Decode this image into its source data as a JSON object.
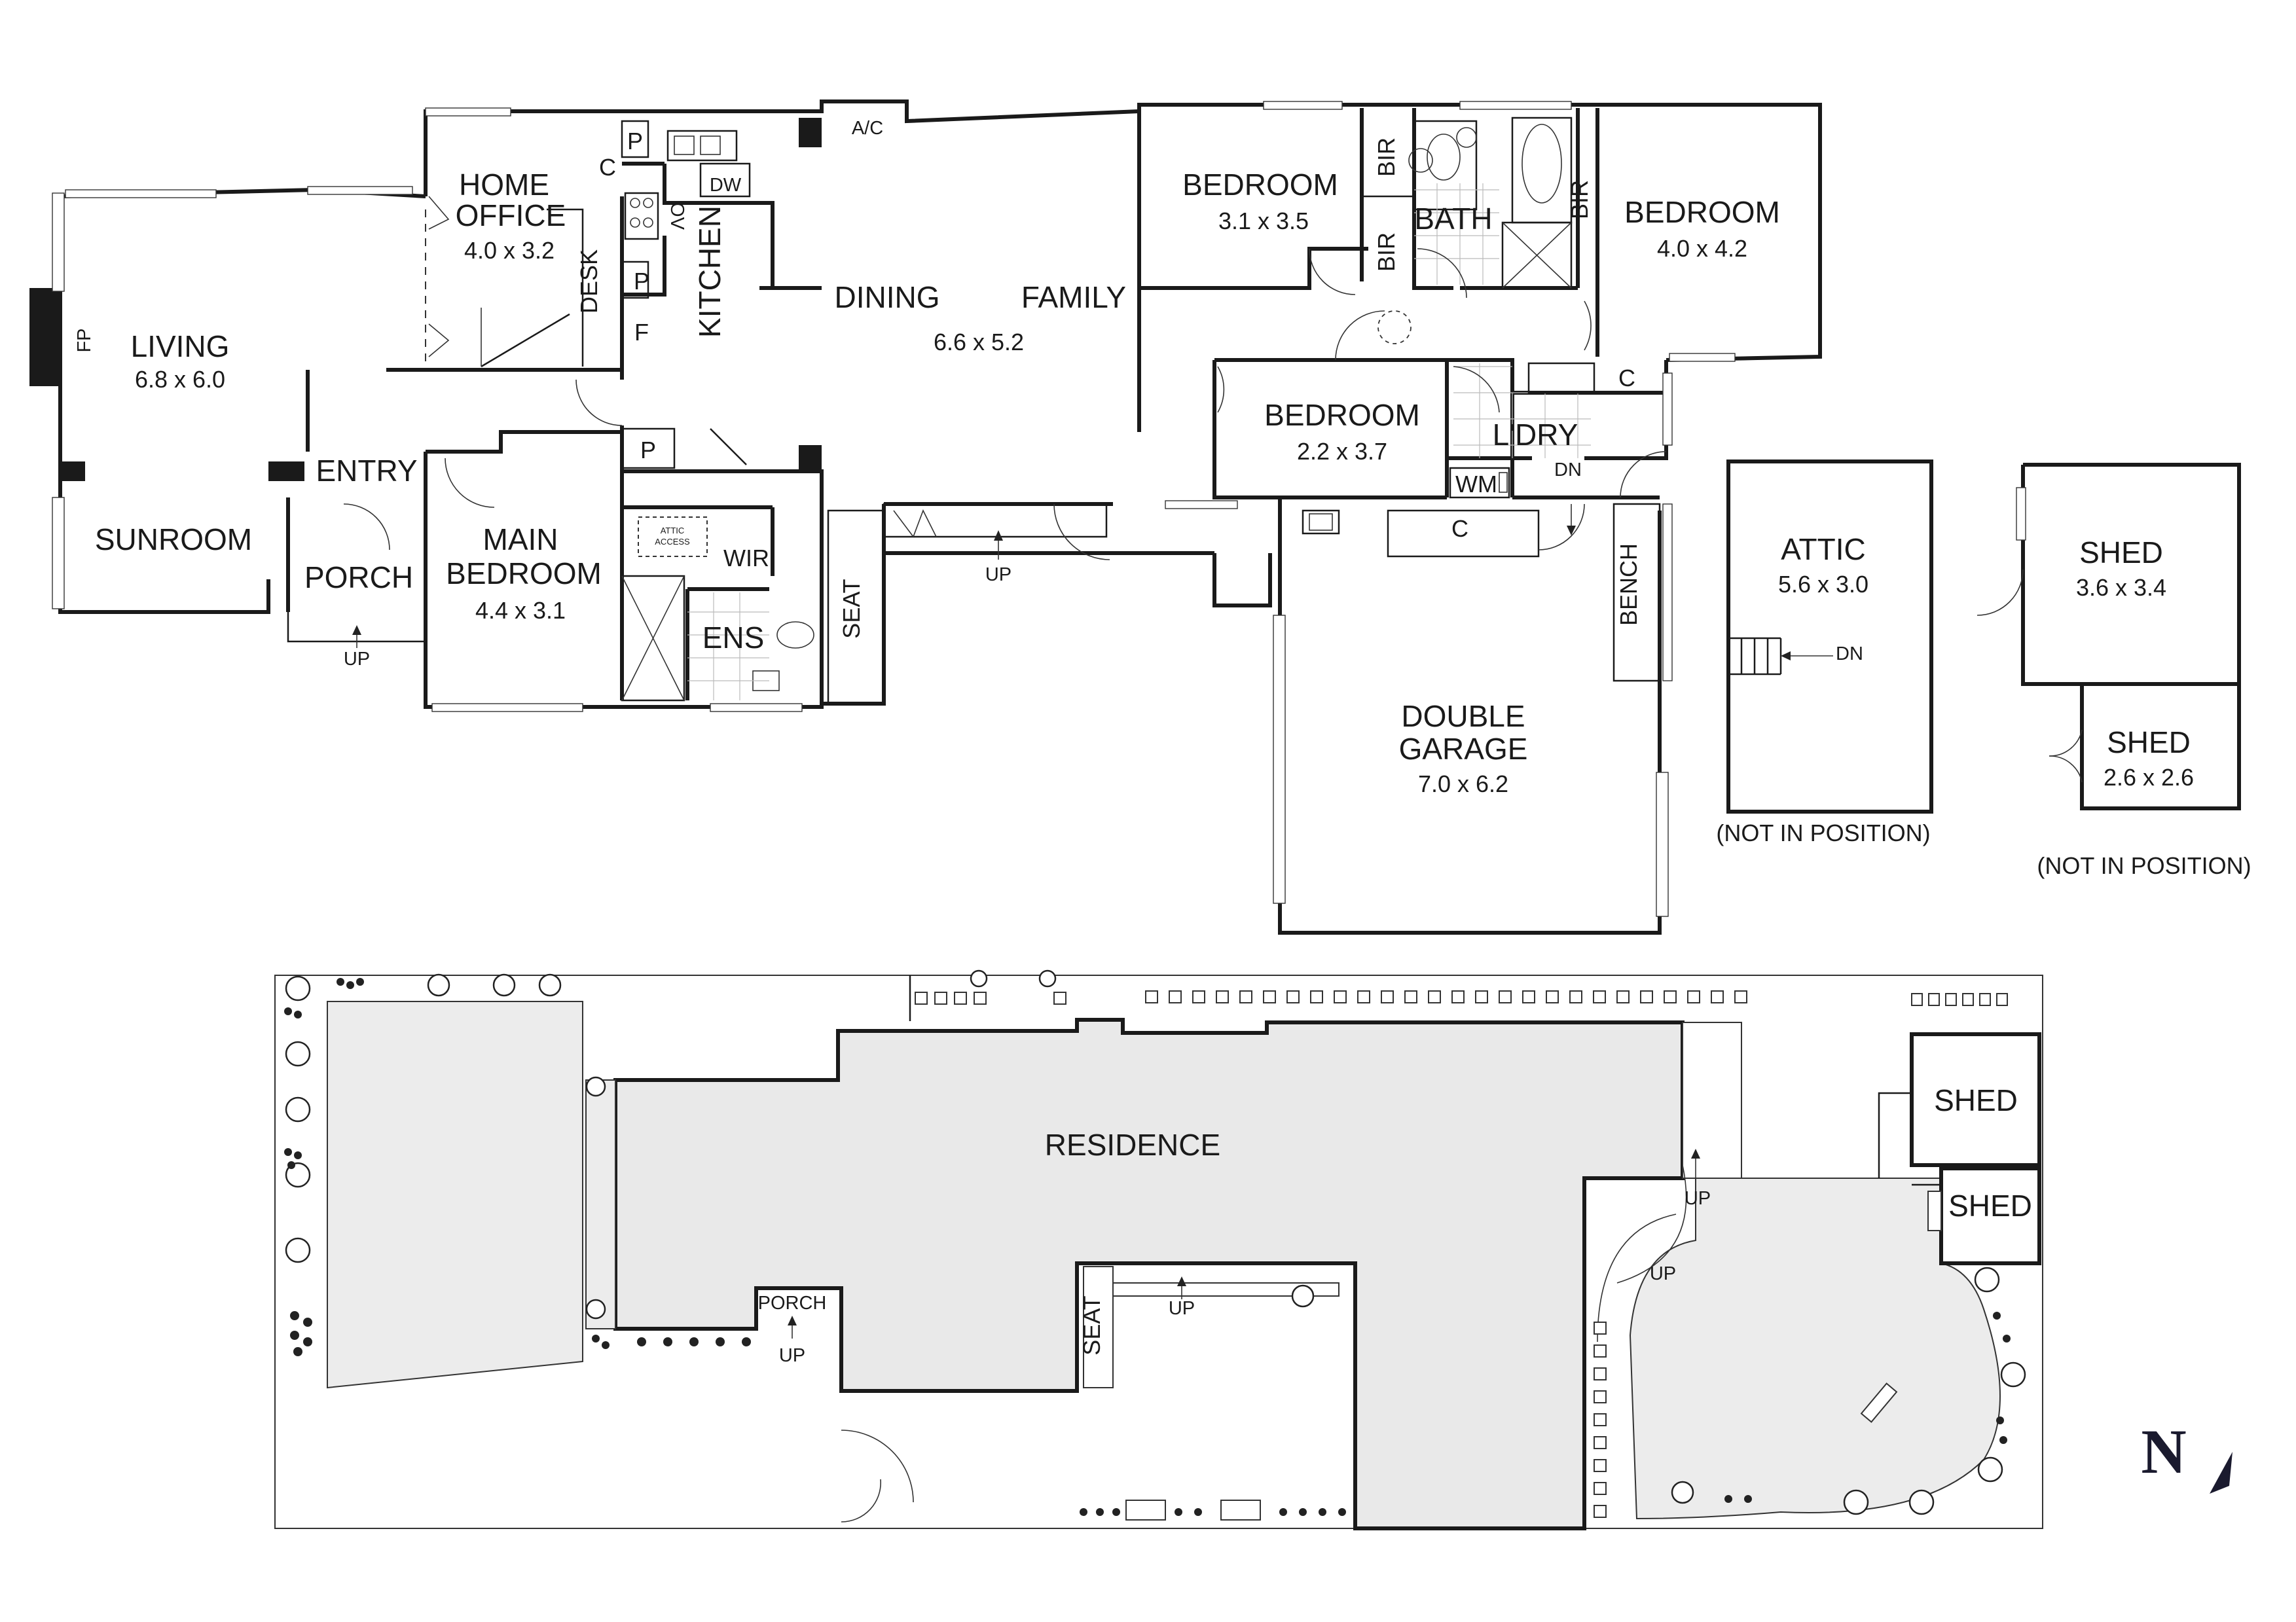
{
  "labels": {
    "home_office": "HOME",
    "home_office_2": "OFFICE",
    "home_office_dim": "4.0 x 3.2",
    "c_office": "C",
    "p_top": "P",
    "dw": "DW",
    "ov": "OV",
    "desk": "DESK",
    "kitchen": "KITCHEN",
    "p_mid": "P",
    "f": "F",
    "ac": "A/C",
    "dining": "DINING",
    "family": "FAMILY",
    "dining_family_dim": "6.6 x 5.2",
    "bedroom_a": "BEDROOM",
    "bedroom_a_dim": "3.1 x 3.5",
    "bir_1": "BIR",
    "bir_2": "BIR",
    "bir_3": "BIR",
    "bath": "BATH",
    "bedroom_b": "BEDROOM",
    "bedroom_b_dim": "4.0 x 4.2",
    "fp": "FP",
    "living": "LIVING",
    "living_dim": "6.8 x 6.0",
    "entry": "ENTRY",
    "sunroom": "SUNROOM",
    "porch": "PORCH",
    "up_porch": "UP",
    "main_bedroom": "MAIN",
    "main_bedroom_2": "BEDROOM",
    "main_bedroom_dim": "4.4 x 3.1",
    "p_lower": "P",
    "attic_access_1": "ATTIC",
    "attic_access_2": "ACCESS",
    "wir": "WIR",
    "ens": "ENS",
    "seat": "SEAT",
    "up_hall": "UP",
    "bedroom_c": "BEDROOM",
    "bedroom_c_dim": "2.2 x 3.7",
    "c_ldry": "C",
    "ldry": "L'DRY",
    "wm": "WM",
    "dn_ldry": "DN",
    "c_garage": "C",
    "bench": "BENCH",
    "double_garage": "DOUBLE",
    "double_garage_2": "GARAGE",
    "double_garage_dim": "7.0 x 6.2",
    "attic": "ATTIC",
    "attic_dim": "5.6 x 3.0",
    "dn_attic": "DN",
    "attic_note": "(NOT IN POSITION)",
    "shed_a": "SHED",
    "shed_a_dim": "3.6 x 3.4",
    "shed_b": "SHED",
    "shed_b_dim": "2.6 x 2.6",
    "shed_note": "(NOT IN POSITION)"
  },
  "site": {
    "residence": "RESIDENCE",
    "porch": "PORCH",
    "up_porch": "UP",
    "seat": "SEAT",
    "up_seat": "UP",
    "up_drive": "UP",
    "up_path": "UP",
    "shed_1": "SHED",
    "shed_2": "SHED",
    "north": "N"
  }
}
